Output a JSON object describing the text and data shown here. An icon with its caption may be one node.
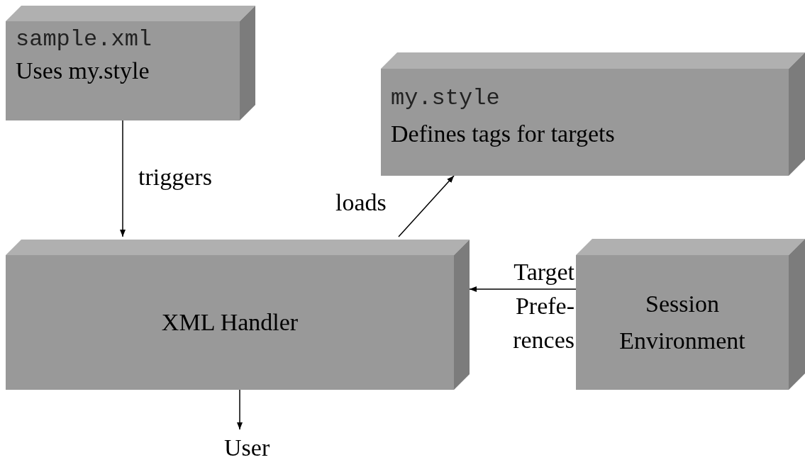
{
  "diagram": {
    "nodes": [
      {
        "text": [
          "sample.xml",
          "Uses my.style"
        ]
      },
      {
        "text": [
          "my.style",
          "Defines tags for targets"
        ]
      },
      {
        "text": [
          "XML Handler"
        ]
      },
      {
        "text": [
          "Session Environment"
        ]
      },
      {
        "text": [
          "User"
        ]
      }
    ],
    "edges": [
      {
        "from": 0,
        "to": 2,
        "arrow": "to",
        "label": "triggers"
      },
      {
        "from": 2,
        "to": 1,
        "arrow": "to",
        "label": "loads"
      },
      {
        "from": 3,
        "to": 2,
        "arrow": "to",
        "label": "Target Prefe- rences"
      },
      {
        "from": 2,
        "to": 4,
        "arrow": "to"
      }
    ]
  }
}
